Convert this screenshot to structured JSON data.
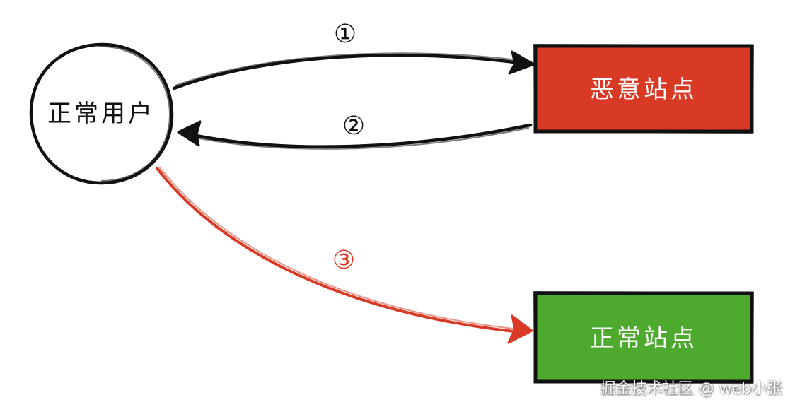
{
  "nodes": {
    "user": {
      "label": "正常用户",
      "fill": "#ffffff",
      "text_color": "#111111"
    },
    "malicious_site": {
      "label": "恶意站点",
      "fill": "#d93a26",
      "text_color": "#ffffff"
    },
    "normal_site": {
      "label": "正常站点",
      "fill": "#4eaa2f",
      "text_color": "#ffffff"
    }
  },
  "edges": [
    {
      "id": "step-1",
      "label": "①",
      "from": "user",
      "to": "malicious_site",
      "color": "#111111"
    },
    {
      "id": "step-2",
      "label": "②",
      "from": "malicious_site",
      "to": "user",
      "color": "#111111"
    },
    {
      "id": "step-3",
      "label": "③",
      "from": "user",
      "to": "normal_site",
      "color": "#d93a26"
    }
  ],
  "watermark": "掘金技术社区 @ web小张"
}
